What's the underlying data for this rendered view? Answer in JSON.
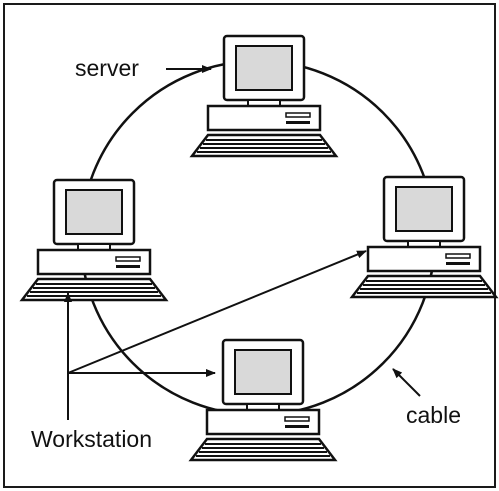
{
  "labels": {
    "server": "server",
    "workstation": "Workstation",
    "cable": "cable"
  },
  "nodes": [
    {
      "id": "server",
      "icon": "computer-icon"
    },
    {
      "id": "workstation-left",
      "icon": "computer-icon"
    },
    {
      "id": "workstation-right",
      "icon": "computer-icon"
    },
    {
      "id": "workstation-bottom",
      "icon": "computer-icon"
    }
  ],
  "colors": {
    "line": "#111111",
    "screen_fill": "#d9d9d9",
    "body_fill": "#ffffff"
  }
}
